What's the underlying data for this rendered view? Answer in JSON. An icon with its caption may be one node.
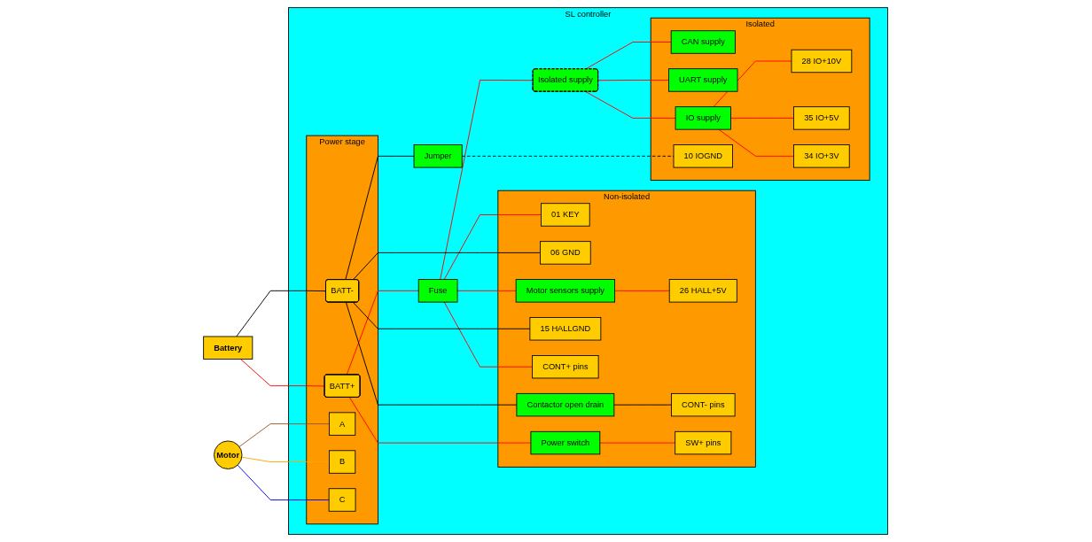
{
  "diagram": {
    "nodes": [
      {
        "text": [
          "Battery"
        ]
      },
      {
        "text": [
          "Motor"
        ]
      },
      {
        "text": [
          "SL controller"
        ]
      },
      {
        "text": [
          "Power stage"
        ],
        "in": 2
      },
      {
        "text": [
          "BATT+"
        ],
        "in": 3
      },
      {
        "text": [
          "BATT-"
        ],
        "in": 3
      },
      {
        "text": [
          "A"
        ],
        "in": 3
      },
      {
        "text": [
          "B"
        ],
        "in": 3
      },
      {
        "text": [
          "C"
        ],
        "in": 3
      },
      {
        "text": [
          "Non-isolated"
        ],
        "in": 2
      },
      {
        "text": [
          "Fuse"
        ],
        "in": 2
      },
      {
        "text": [
          "Isolated supply"
        ],
        "in": 2
      },
      {
        "text": [
          "01 KEY"
        ],
        "in": 9
      },
      {
        "text": [
          "06 GND"
        ],
        "in": 9
      },
      {
        "text": [
          "Jumper"
        ],
        "in": 2
      },
      {
        "text": [
          "Motor sensors supply"
        ],
        "in": 9
      },
      {
        "text": [
          "26 HALL+5V"
        ],
        "in": 9
      },
      {
        "text": [
          "15 HALLGND"
        ],
        "in": 9
      },
      {
        "text": [
          "CONT+ pins"
        ],
        "in": 9
      },
      {
        "text": [
          "Contactor open drain"
        ],
        "in": 9
      },
      {
        "text": [
          "CONT- pins"
        ],
        "in": 9
      },
      {
        "text": [
          "Power switch"
        ],
        "in": 9
      },
      {
        "text": [
          "SW+ pins"
        ],
        "in": 9
      },
      {
        "text": [
          "Isolated"
        ],
        "in": 2
      },
      {
        "text": [
          "CAN supply"
        ],
        "in": 23
      },
      {
        "text": [
          "UART supply"
        ],
        "in": 23
      },
      {
        "text": [
          "IO supply"
        ],
        "in": 23
      },
      {
        "text": [
          "28 IO+10V"
        ],
        "in": 23
      },
      {
        "text": [
          "35 IO+5V"
        ],
        "in": 23
      },
      {
        "text": [
          "34 IO+3V"
        ],
        "in": 23
      },
      {
        "text": [
          "10 IOGND"
        ],
        "in": 23
      }
    ],
    "edges": [
      {
        "from": 0,
        "to": 4,
        "arrow": "none"
      },
      {
        "from": 0,
        "to": 5,
        "arrow": "none",
        "color": "#000000"
      },
      {
        "from": 1,
        "to": 6,
        "arrow": "none",
        "color": "#a0522d"
      },
      {
        "from": 1,
        "to": 7,
        "arrow": "none",
        "color": "#ffa500"
      },
      {
        "from": 1,
        "to": 8,
        "arrow": "none",
        "color": "#0000ff"
      },
      {
        "from": 4,
        "to": 10,
        "arrow": "none"
      },
      {
        "from": 4,
        "to": 21,
        "arrow": "none"
      },
      {
        "from": 10,
        "to": 11,
        "arrow": "none"
      },
      {
        "from": 10,
        "to": 12,
        "arrow": "none"
      },
      {
        "from": 10,
        "to": 15,
        "arrow": "none"
      },
      {
        "from": 10,
        "to": 18,
        "arrow": "none"
      },
      {
        "from": 5,
        "to": 13,
        "arrow": "none",
        "color": "#000000"
      },
      {
        "from": 5,
        "to": 14,
        "arrow": "none",
        "color": "#000000"
      },
      {
        "from": 5,
        "to": 17,
        "arrow": "none",
        "color": "#000000"
      },
      {
        "from": 5,
        "to": 19,
        "arrow": "none",
        "color": "#000000"
      },
      {
        "from": 15,
        "to": 16,
        "arrow": "none"
      },
      {
        "from": 19,
        "to": 20,
        "arrow": "none",
        "color": "#000000"
      },
      {
        "from": 21,
        "to": 22,
        "arrow": "none"
      },
      {
        "from": 11,
        "to": 24,
        "arrow": "none"
      },
      {
        "from": 11,
        "to": 25,
        "arrow": "none"
      },
      {
        "from": 11,
        "to": 26,
        "arrow": "none"
      },
      {
        "from": 26,
        "to": 27,
        "arrow": "none"
      },
      {
        "from": 26,
        "to": 28,
        "arrow": "none"
      },
      {
        "from": 26,
        "to": 29,
        "arrow": "none"
      },
      {
        "from": 14,
        "to": 30,
        "arrow": "none",
        "style": "dashed",
        "color": "#000000"
      }
    ]
  }
}
